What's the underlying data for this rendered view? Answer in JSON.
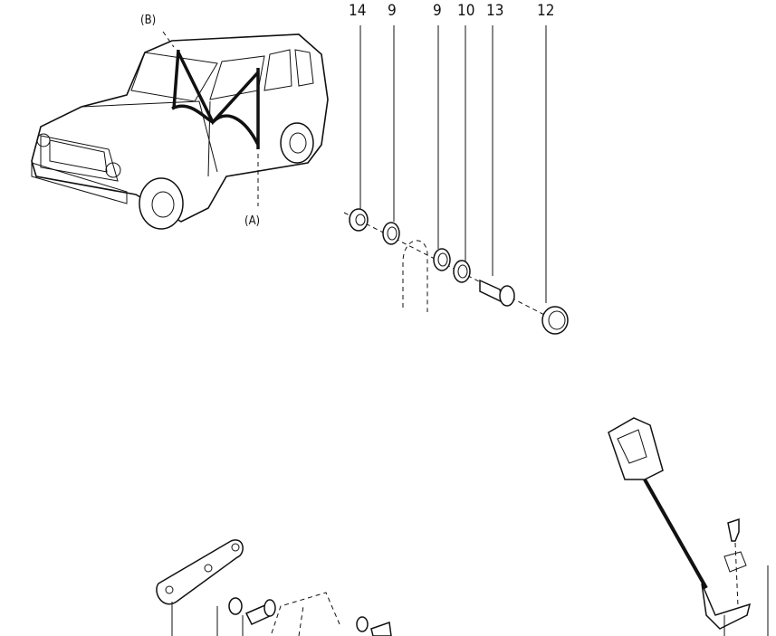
{
  "diagram": {
    "vehicle_callouts": {
      "b": "(B)",
      "a": "(A)"
    },
    "part_numbers": [
      "14",
      "9",
      "9",
      "10",
      "13",
      "12"
    ]
  }
}
